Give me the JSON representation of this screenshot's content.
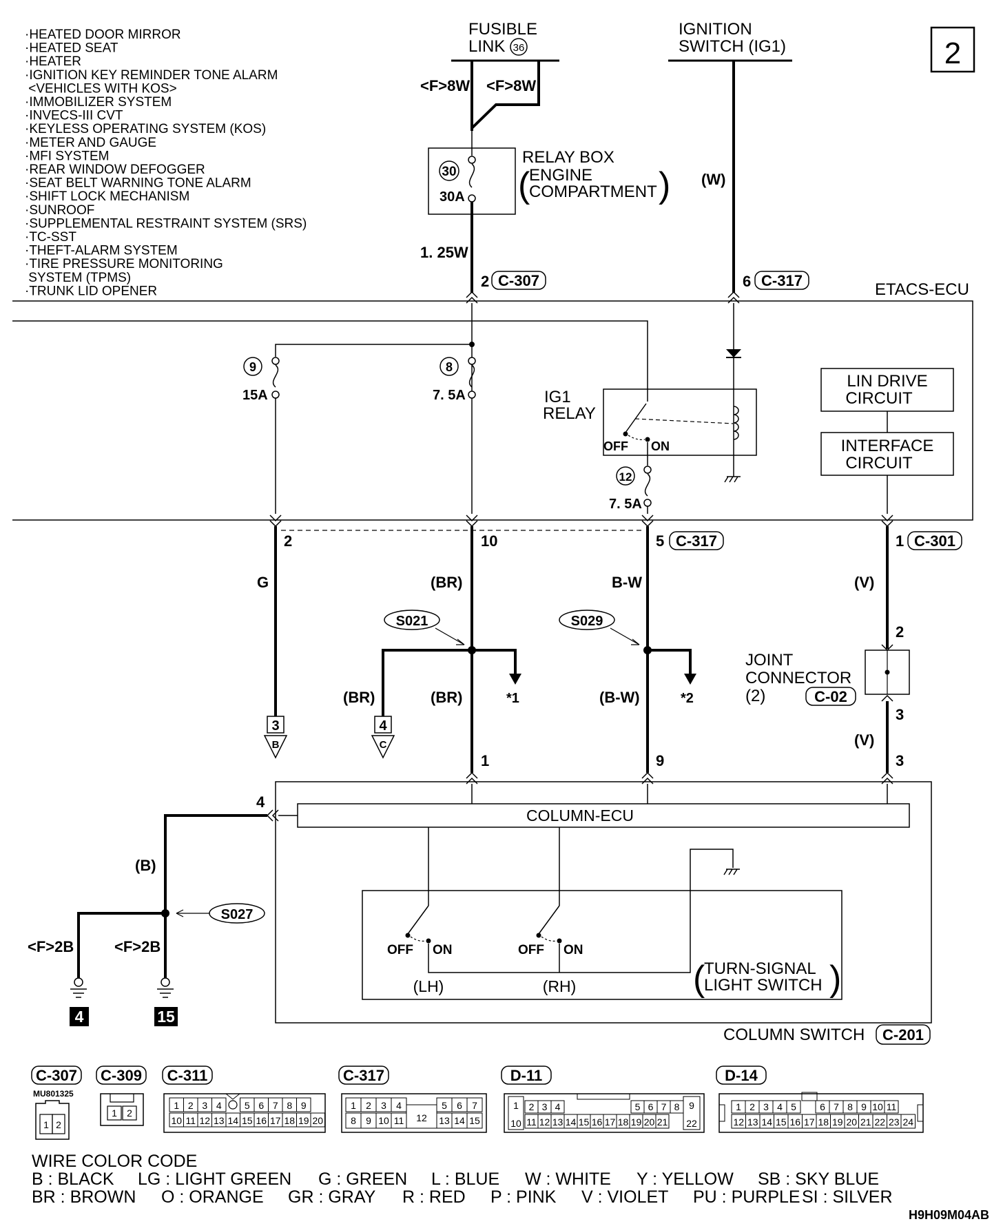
{
  "page_number": "2",
  "system_list": [
    "·HEATED DOOR MIRROR",
    "·HEATED SEAT",
    "·HEATER",
    "·IGNITION KEY REMINDER TONE ALARM",
    " <VEHICLES WITH KOS>",
    "·IMMOBILIZER SYSTEM",
    "·INVECS-III CVT",
    "·KEYLESS OPERATING SYSTEM (KOS)",
    "·METER AND GAUGE",
    "·MFI SYSTEM",
    "·REAR WINDOW DEFOGGER",
    "·SEAT BELT WARNING TONE ALARM",
    "·SHIFT LOCK MECHANISM",
    "·SUNROOF",
    "·SUPPLEMENTAL RESTRAINT SYSTEM (SRS)",
    "·TC-SST",
    "·THEFT-ALARM SYSTEM",
    "·TIRE PRESSURE MONITORING",
    " SYSTEM (TPMS)",
    "·TRUNK LID OPENER"
  ],
  "sources": {
    "fusible_link_line1": "FUSIBLE",
    "fusible_link_line2": "LINK",
    "fusible_link_no": "36",
    "ignition_line1": "IGNITION",
    "ignition_line2": "SWITCH (IG1)"
  },
  "wires": {
    "f8w_left": "<F>8W",
    "f8w_right": "<F>8W",
    "w_125": "1. 25W",
    "ig_w": "(W)",
    "g": "G",
    "br_top": "(BR)",
    "bw_top": "B-W",
    "v_top": "(V)",
    "br_left": "(BR)",
    "br_mid": "(BR)",
    "bw_mid": "(B-W)",
    "v_bottom": "(V)",
    "b": "(B)",
    "f2b_left": "<F>2B",
    "f2b_right": "<F>2B"
  },
  "relay_box": {
    "line1": "RELAY BOX",
    "line2": "ENGINE",
    "line3": "COMPARTMENT",
    "fuse_no": "30",
    "fuse_amp": "30A"
  },
  "etacs": {
    "label": "ETACS-ECU",
    "fuse9_no": "9",
    "fuse9_amp": "15A",
    "fuse8_no": "8",
    "fuse8_amp": "7. 5A",
    "fuse12_no": "12",
    "fuse12_amp": "7. 5A",
    "ig1_relay_line1": "IG1",
    "ig1_relay_line2": "RELAY",
    "off": "OFF",
    "on": "ON",
    "lin_line1": "LIN DRIVE",
    "lin_line2": "CIRCUIT",
    "if_line1": "INTERFACE",
    "if_line2": "CIRCUIT"
  },
  "pins": {
    "c307_pin": "2",
    "c307": "C-307",
    "c317_pin6": "6",
    "c317_a": "C-317",
    "pin2": "2",
    "pin10": "10",
    "pin5": "5",
    "c317_b": "C-317",
    "pin1": "1",
    "c301": "C-301",
    "jc_pin2": "2",
    "jc_pin3a": "3",
    "jc_pin3b": "3",
    "col_pin1": "1",
    "col_pin9": "9",
    "col_pin4": "4"
  },
  "splices": {
    "s021": "S021",
    "s029": "S029",
    "s027": "S027",
    "note1": "*1",
    "note2": "*2"
  },
  "refs": {
    "b_num": "3",
    "b_letter": "B",
    "c_num": "4",
    "c_letter": "C"
  },
  "joint_connector": {
    "line1": "JOINT",
    "line2": "CONNECTOR",
    "line3": "(2)",
    "id": "C-02"
  },
  "column_switch": {
    "ecu": "COLUMN-ECU",
    "off_lh": "OFF",
    "on_lh": "ON",
    "off_rh": "OFF",
    "on_rh": "ON",
    "lh": "(LH)",
    "rh": "(RH)",
    "turn_line1": "TURN-SIGNAL",
    "turn_line2": "LIGHT SWITCH",
    "label": "COLUMN SWITCH",
    "id": "C-201"
  },
  "grounds": {
    "g4": "4",
    "g15": "15"
  },
  "connectors": {
    "c307": "C-307",
    "c307_part": "MU801325",
    "c309": "C-309",
    "c311": "C-311",
    "c317": "C-317",
    "d11": "D-11",
    "d14": "D-14",
    "c307_pins": [
      "1",
      "2"
    ],
    "c309_pins": [
      "1",
      "2"
    ],
    "c311_top": [
      "1",
      "2",
      "3",
      "4",
      "5",
      "6",
      "7",
      "8",
      "9"
    ],
    "c311_bot": [
      "10",
      "11",
      "12",
      "13",
      "14",
      "15",
      "16",
      "17",
      "18",
      "19",
      "20"
    ],
    "c317_top": [
      "1",
      "2",
      "3",
      "4",
      "5",
      "6",
      "7"
    ],
    "c317_bot": [
      "8",
      "9",
      "10",
      "11",
      "13",
      "14",
      "15"
    ],
    "c317_center": "12",
    "d11_left_top": "1",
    "d11_left_bot": "10",
    "d11_right_top": "9",
    "d11_right_bot": "22",
    "d11_top": [
      "2",
      "3",
      "4",
      "5",
      "6",
      "7",
      "8"
    ],
    "d11_bot": [
      "11",
      "12",
      "13",
      "14",
      "15",
      "16",
      "17",
      "18",
      "19",
      "20",
      "21"
    ],
    "d14_top": [
      "1",
      "2",
      "3",
      "4",
      "5",
      "6",
      "7",
      "8",
      "9",
      "10",
      "11"
    ],
    "d14_bot": [
      "12",
      "13",
      "14",
      "15",
      "16",
      "17",
      "18",
      "19",
      "20",
      "21",
      "22",
      "23",
      "24"
    ]
  },
  "wire_color_code": {
    "title": "WIRE COLOR CODE",
    "row1": [
      "B : BLACK",
      "LG : LIGHT GREEN",
      "G : GREEN",
      "L : BLUE",
      "W : WHITE",
      "Y : YELLOW",
      "SB : SKY BLUE"
    ],
    "row2": [
      "BR : BROWN",
      "O : ORANGE",
      "GR : GRAY",
      "R : RED",
      "P : PINK",
      "V : VIOLET",
      "PU : PURPLE",
      "SI : SILVER"
    ]
  },
  "figure_id": "H9H09M04AB"
}
